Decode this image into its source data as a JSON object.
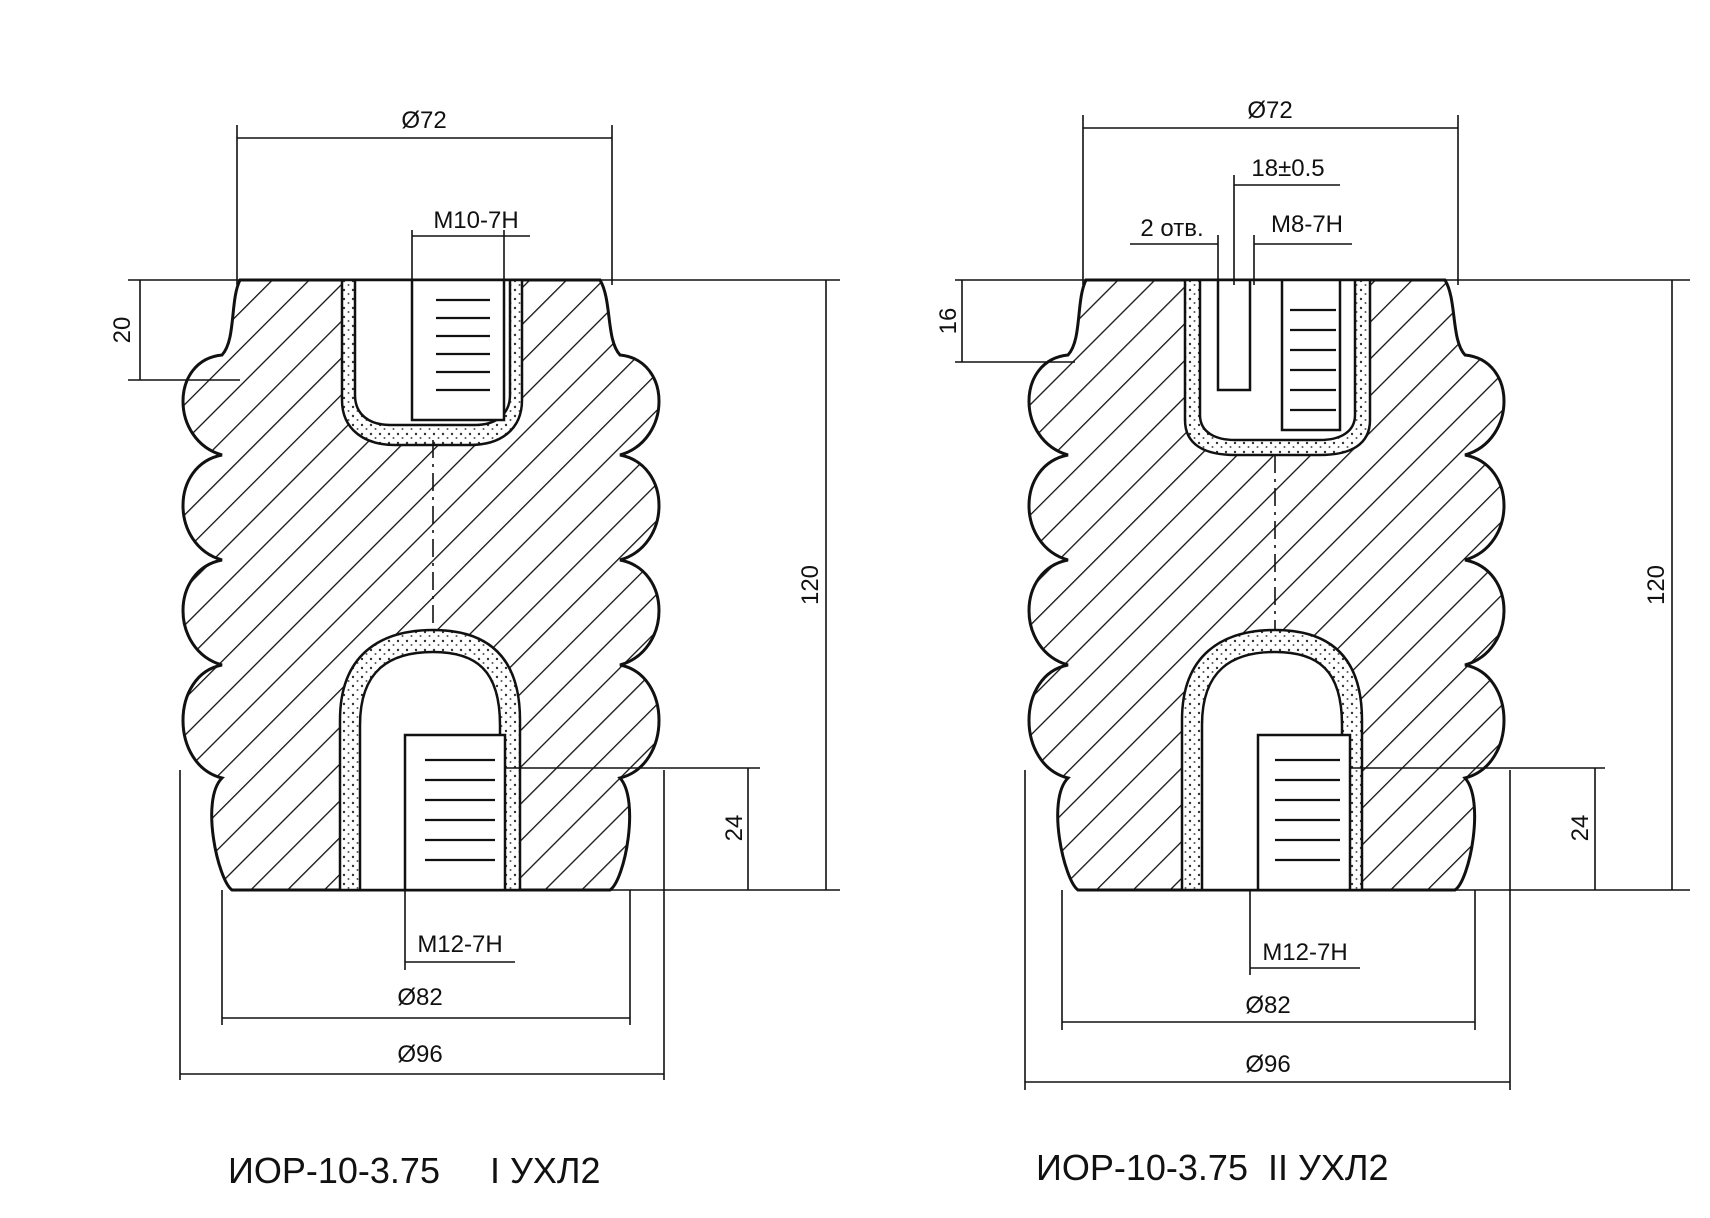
{
  "drawing_left": {
    "dia_top": "Ø72",
    "thread_top": "M10-7H",
    "depth_top": "20",
    "height": "120",
    "depth_bottom": "24",
    "thread_bottom": "M12-7H",
    "dia_bottom_inner": "Ø82",
    "dia_bottom_outer": "Ø96",
    "caption": "ИОР-10-3.75     I УХЛ2"
  },
  "drawing_right": {
    "dia_top": "Ø72",
    "spacing": "18±0.5",
    "holes": "2 отв.",
    "thread_top": "M8-7H",
    "depth_top": "16",
    "height": "120",
    "depth_bottom": "24",
    "thread_bottom": "M12-7H",
    "dia_bottom_inner": "Ø82",
    "dia_bottom_outer": "Ø96",
    "caption": "ИОР-10-3.75  II УХЛ2"
  }
}
